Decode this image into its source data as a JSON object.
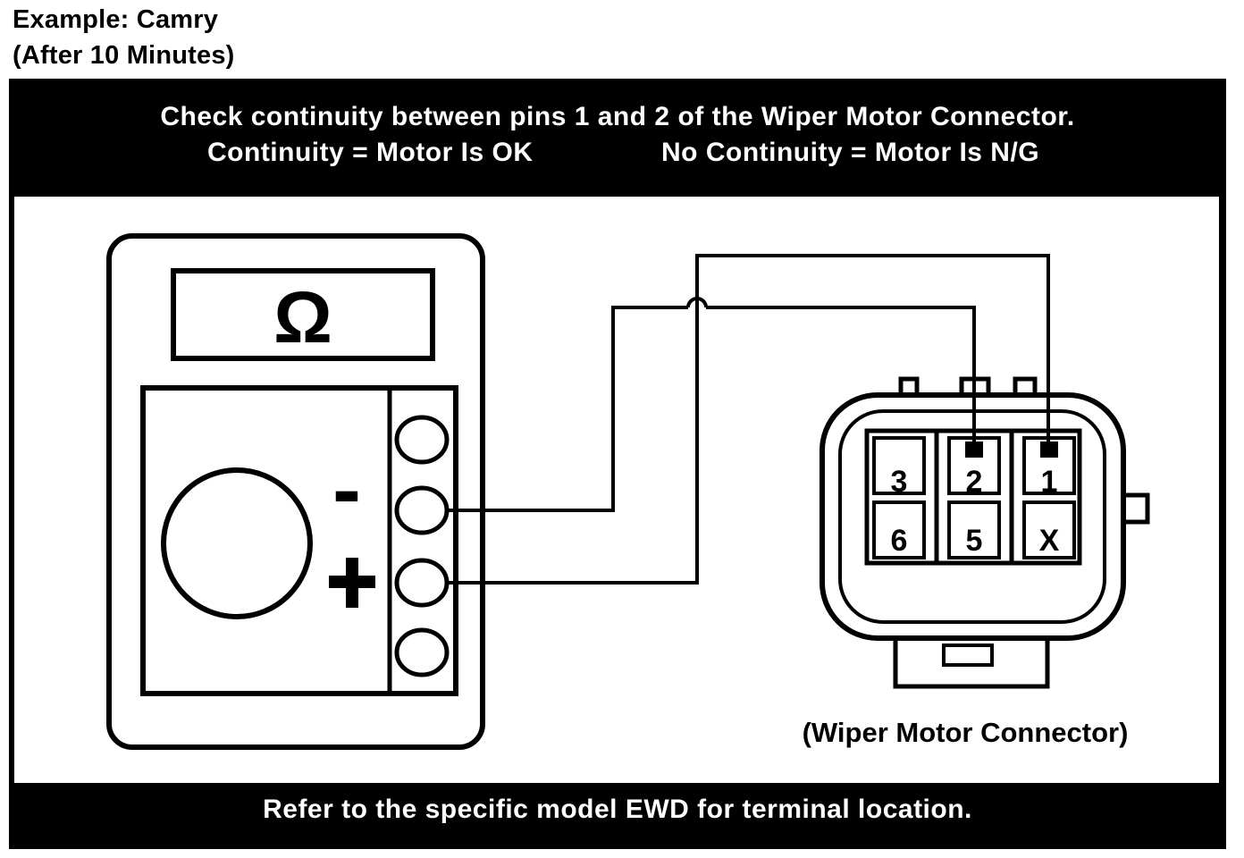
{
  "title": {
    "line1": "Example:  Camry",
    "line2": "(After 10 Minutes)"
  },
  "header": {
    "line1": "Check continuity between pins 1 and 2 of the Wiper Motor Connector.",
    "continuity_ok": "Continuity = Motor Is OK",
    "continuity_ng": "No Continuity = Motor Is N/G"
  },
  "meter": {
    "display_symbol": "Ω",
    "minus_label": "-",
    "plus_label": "+"
  },
  "connector": {
    "pins": [
      "3",
      "2",
      "1",
      "6",
      "5",
      "X"
    ],
    "caption": "(Wiper Motor Connector)"
  },
  "footer": {
    "note": "Refer to the specific model EWD for terminal location."
  }
}
